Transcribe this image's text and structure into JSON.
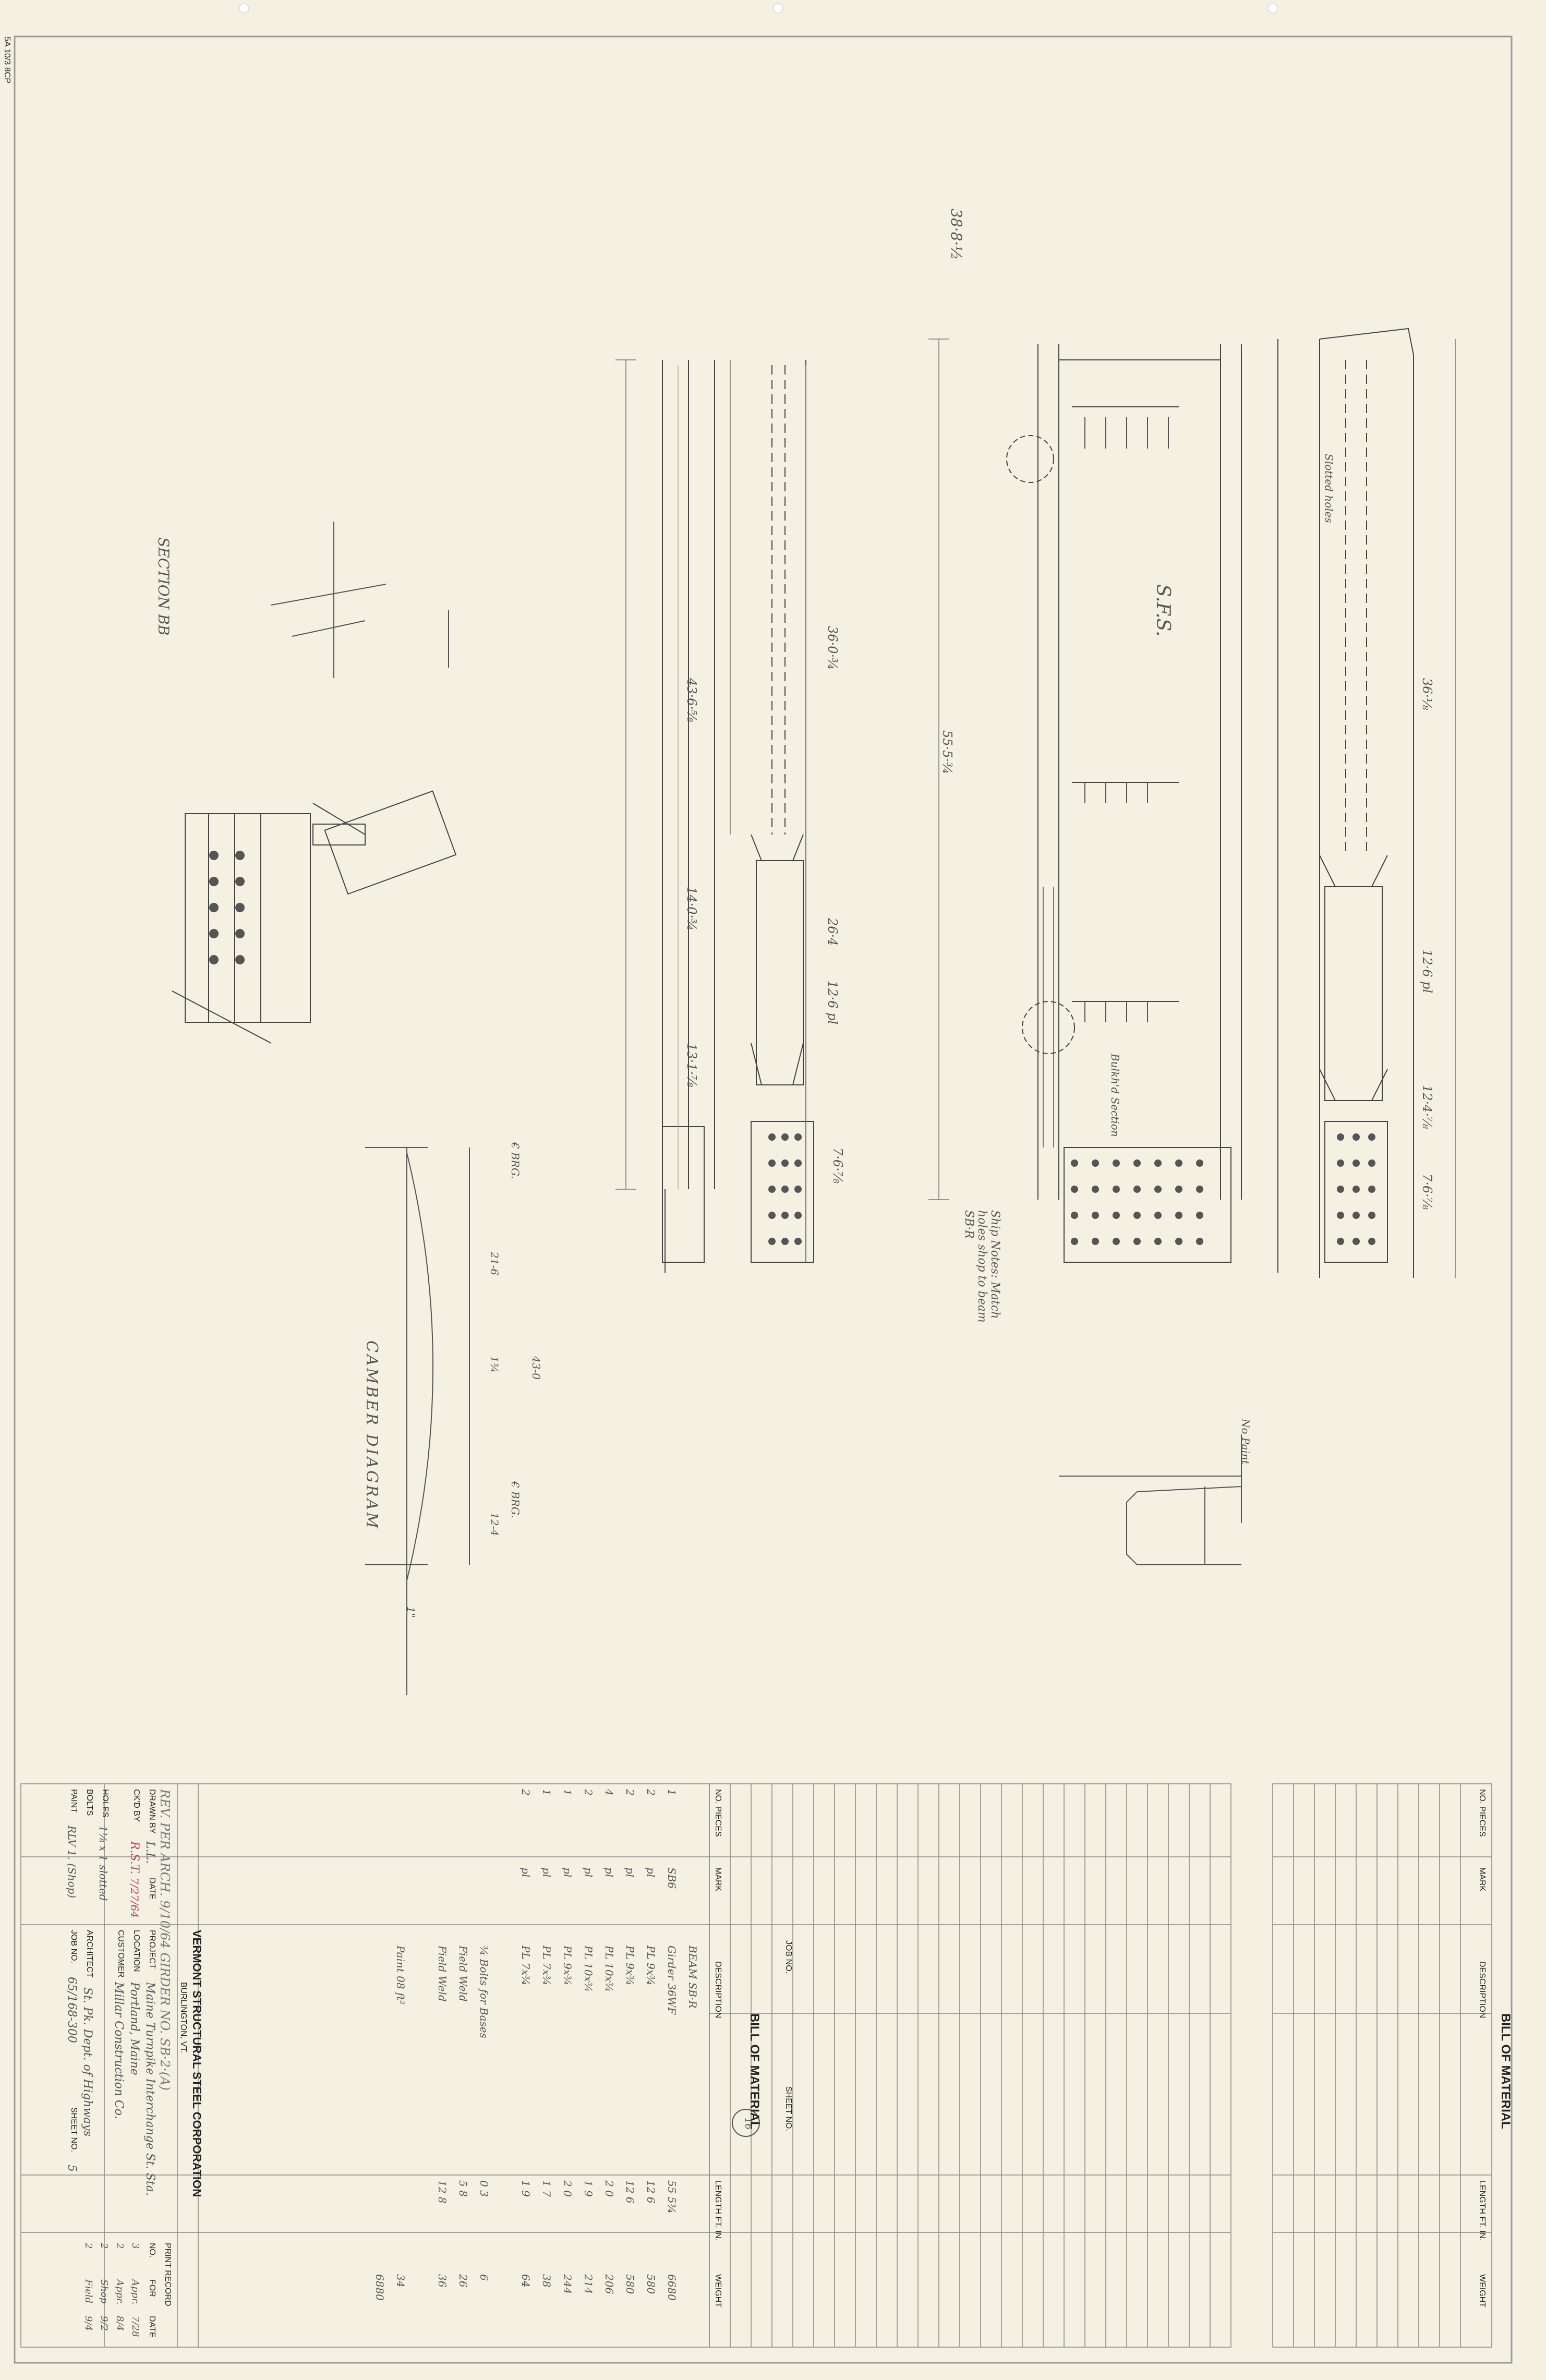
{
  "drawing": {
    "margin_stamp": "5A 10/3 8CP",
    "section_label": "SECTION BB",
    "camber_label": "CAMBER DIAGRAM",
    "camber_dims": [
      "€ BRG.",
      "21-6",
      "43-0",
      "1¾",
      "€ BRG.",
      "12-4",
      "1\""
    ],
    "plan_dims": [
      "38·8·½",
      "36·0·¾",
      "55·5·¾",
      "43·6·⅝",
      "14·0·¾",
      "26·4",
      "12·6 pl",
      "13·1·⅞",
      "7·6·⅞",
      "36·⅛",
      "12·6 pl",
      "12·4·⅞",
      "7·6·⅞"
    ],
    "plan_notes": [
      "S.F.S.",
      "Ship Notes: Match holes shop to beam SB·R",
      "Slotted holes",
      "Bulkh'd Section",
      "No Paint"
    ],
    "circle_number": "16"
  },
  "bill_right": {
    "title": "BILL OF MATERIAL",
    "headers": [
      "NO. PIECES",
      "MARK",
      "DESCRIPTION",
      "LENGTH FT. IN.",
      "WEIGHT"
    ]
  },
  "bill_left": {
    "title": "BILL OF MATERIAL",
    "job_label": "JOB NO.",
    "sheet_label": "SHEET NO.",
    "headers": [
      "NO. PIECES",
      "MARK",
      "DESCRIPTION",
      "LENGTH FT. IN.",
      "WEIGHT"
    ],
    "rows": [
      {
        "pcs": "",
        "mark": "",
        "desc": "BEAM SB·R",
        "len": "",
        "wt": ""
      },
      {
        "pcs": "1",
        "mark": "SB6",
        "desc": "Girder 36WF",
        "len": "55  5¾",
        "wt": "6680"
      },
      {
        "pcs": "2",
        "mark": "pl",
        "desc": "PL 9x¾",
        "len": "12  6",
        "wt": "580"
      },
      {
        "pcs": "2",
        "mark": "pl",
        "desc": "PL 9x¾",
        "len": "12  6",
        "wt": "580"
      },
      {
        "pcs": "4",
        "mark": "pl",
        "desc": "PL 10x¾",
        "len": "2  0",
        "wt": "206"
      },
      {
        "pcs": "2",
        "mark": "pl",
        "desc": "PL 10x¾",
        "len": "1  9",
        "wt": "214"
      },
      {
        "pcs": "1",
        "mark": "pl",
        "desc": "PL 9x¾",
        "len": "2  0",
        "wt": "244"
      },
      {
        "pcs": "1",
        "mark": "pl",
        "desc": "PL 7x¾",
        "len": "1  7",
        "wt": "38"
      },
      {
        "pcs": "2",
        "mark": "pl",
        "desc": "PL 7x¾",
        "len": "1  9",
        "wt": "64"
      },
      {
        "pcs": "",
        "mark": "",
        "desc": "",
        "len": "",
        "wt": ""
      },
      {
        "pcs": "",
        "mark": "",
        "desc": "¾ Bolts for Bases",
        "len": "0  3",
        "wt": "6"
      },
      {
        "pcs": "",
        "mark": "",
        "desc": "Field Weld",
        "len": "5  8",
        "wt": "26"
      },
      {
        "pcs": "",
        "mark": "",
        "desc": "Field Weld",
        "len": "12  8",
        "wt": "36"
      },
      {
        "pcs": "",
        "mark": "",
        "desc": "",
        "len": "",
        "wt": ""
      },
      {
        "pcs": "",
        "mark": "",
        "desc": "Paint 08 ft²",
        "len": "",
        "wt": "34"
      },
      {
        "pcs": "",
        "mark": "",
        "desc": "",
        "len": "",
        "wt": "6880"
      }
    ]
  },
  "title_block": {
    "company": "VERMONT STRUCTURAL STEEL CORPORATION",
    "city": "BURLINGTON, VT.",
    "rev_line": "REV. PER ARCH. 9/10/64   GIRDER NO. SB·2·(A)",
    "drawn_by_label": "DRAWN BY",
    "drawn_by": "L.L.",
    "ckd_by_label": "CK'D BY",
    "ckd_by": "R.S.T.",
    "date_label": "DATE",
    "date": "7/27/64",
    "project_label": "PROJECT",
    "project": "Maine Turnpike Interchange St. Sta.",
    "location_label": "LOCATION",
    "location": "Portland, Maine",
    "customer_label": "CUSTOMER",
    "customer": "Millar Construction Co.",
    "architect_label": "ARCHITECT",
    "architect": "St. Pk. Dept. of Highways",
    "holes_label": "HOLES",
    "holes": "1⅛ x 1 slotted",
    "bolts_label": "BOLTS",
    "bolts": "",
    "paint_label": "PAINT",
    "paint": "RLV 1. (Shop)",
    "job_no_label": "JOB NO.",
    "job_no": "65/168-300",
    "sheet_no_label": "SHEET NO.",
    "sheet_no": "5",
    "print_record_label": "PRINT RECORD",
    "print_headers": [
      "NO.",
      "FOR",
      "DATE"
    ],
    "print_rows": [
      [
        "3",
        "Appr.",
        "7/28"
      ],
      [
        "2",
        "Appr.",
        "8/4"
      ],
      [
        "2",
        "Shop",
        "9/2"
      ],
      [
        "2",
        "Field",
        "9/4"
      ]
    ]
  }
}
